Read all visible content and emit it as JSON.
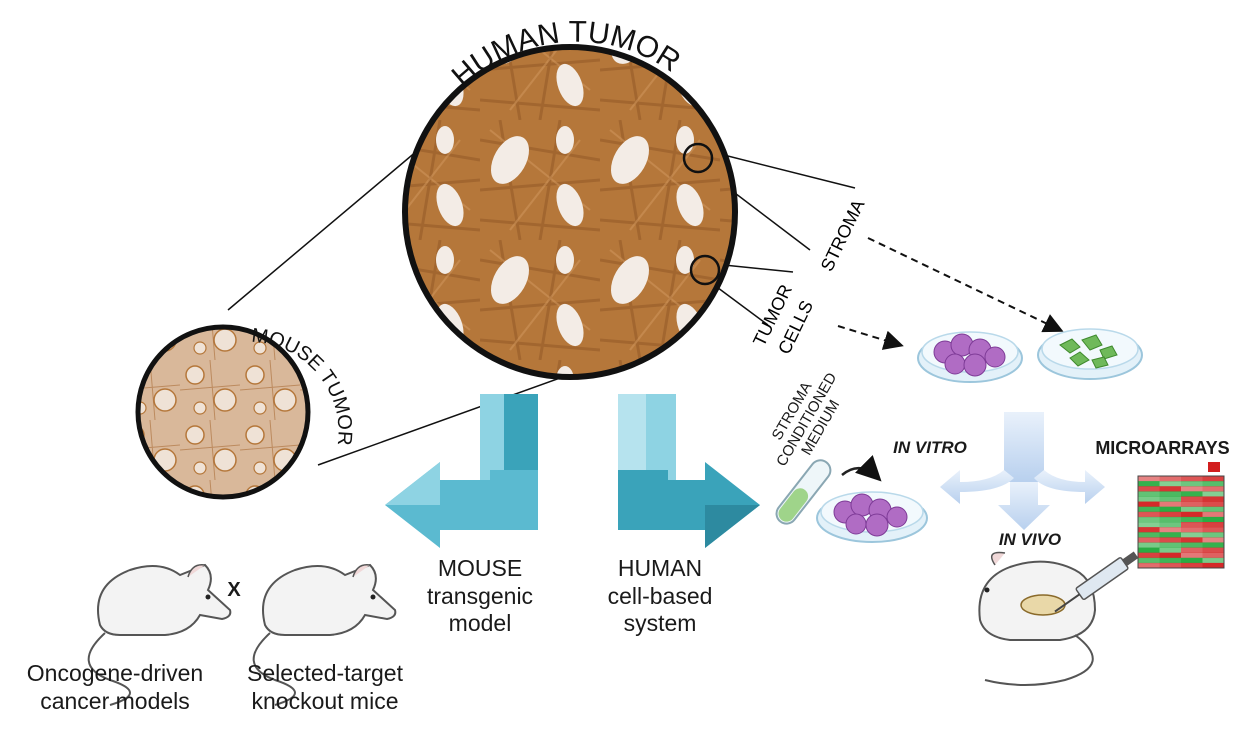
{
  "labels": {
    "human_tumor": "HUMAN TUMOR",
    "mouse_tumor": "MOUSE TUMOR",
    "stroma": "STROMA",
    "tumor": "TUMOR",
    "cells": "CELLS",
    "stroma_conditioned_medium": [
      "STROMA",
      "CONDITIONED",
      "MEDIUM"
    ],
    "in_vitro": "IN VITRO",
    "in_vivo": "IN VIVO",
    "microarrays": "MICROARRAYS",
    "cross_symbol": "X"
  },
  "branches": {
    "mouse": {
      "line1": "MOUSE",
      "line2": "transgenic",
      "line3": "model"
    },
    "human": {
      "line1": "HUMAN",
      "line2": "cell-based",
      "line3": "system"
    }
  },
  "mice": {
    "left": {
      "line1": "Oncogene-driven",
      "line2": "cancer models"
    },
    "right": {
      "line1": "Selected-target",
      "line2": "knockout mice"
    }
  },
  "colors": {
    "tissue_brown": "#b5773a",
    "tissue_light": "#f3ece6",
    "arrow_teal": "#3aa3ba",
    "arrow_light": "#8ed3e3",
    "dish_purple": "#b06cc4",
    "dish_green": "#6fb95a",
    "heatmap_red": "#d21e1e",
    "heatmap_green": "#1fa83a"
  }
}
